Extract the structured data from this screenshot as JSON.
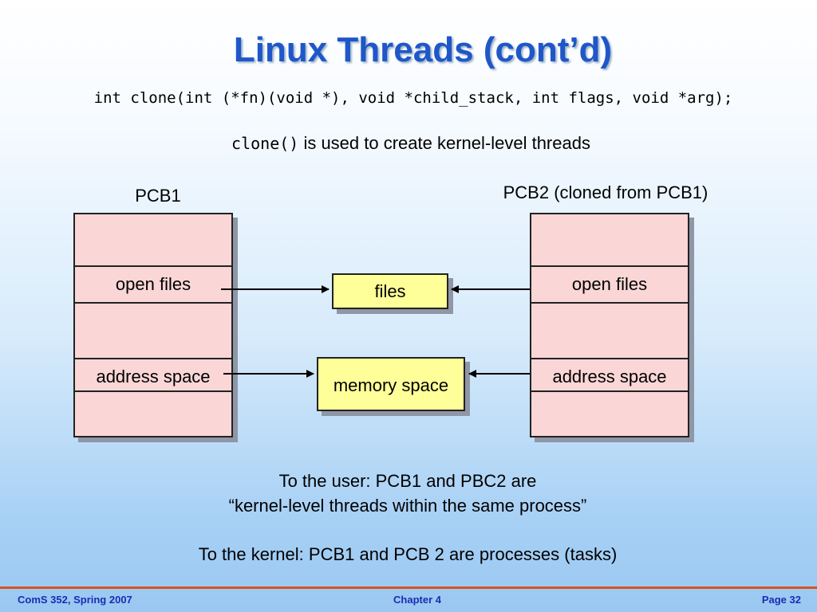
{
  "slide": {
    "title": "Linux Threads (cont’d)",
    "code": "int clone(int (*fn)(void *), void *child_stack, int flags, void *arg);",
    "subtitle_code": "clone()",
    "subtitle_text": " is used to create kernel-level threads"
  },
  "diagram": {
    "pcb1": {
      "label": "PCB1",
      "open_files": "open files",
      "address_space": "address space"
    },
    "pcb2": {
      "label": "PCB2 (cloned from PCB1)",
      "open_files": "open files",
      "address_space": "address space"
    },
    "files_box": "files",
    "memory_box": "memory space",
    "colors": {
      "pcb_fill": "#fad6d6",
      "shared_fill": "#ffff99",
      "title": "#1f57c9",
      "footer_rule": "#d8541b",
      "footer_text": "#1a2db3"
    }
  },
  "notes": {
    "user_line1": "To the user: PCB1 and PBC2 are",
    "user_line2": "“kernel-level threads within the same process”",
    "kernel_line": "To the kernel: PCB1 and PCB 2 are processes (tasks)"
  },
  "footer": {
    "left": "ComS 352, Spring 2007",
    "center": "Chapter 4",
    "right": "Page 32"
  }
}
